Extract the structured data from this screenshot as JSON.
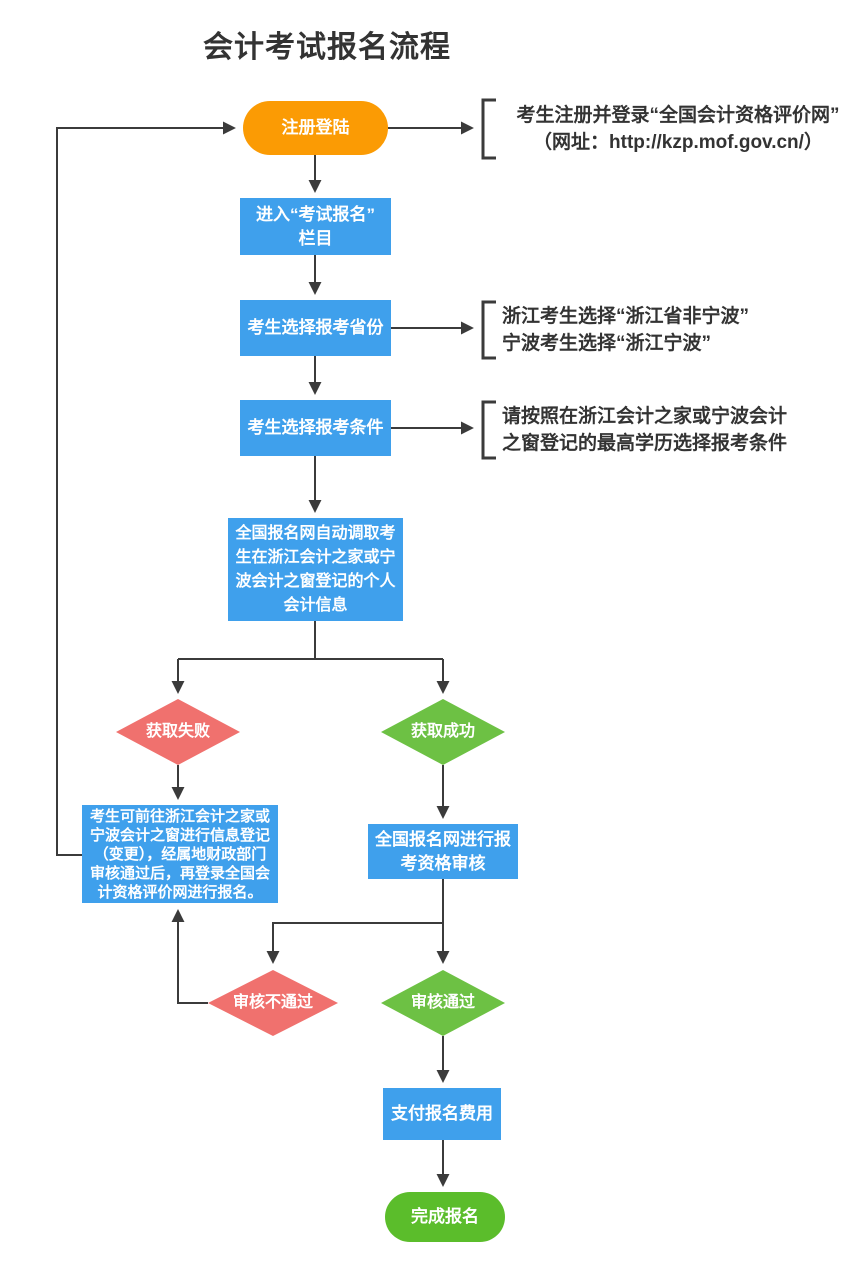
{
  "title": "会计考试报名流程",
  "colors": {
    "orange": "#FB9B04",
    "blue": "#3FA0EC",
    "red": "#F0716E",
    "green": "#6DC144",
    "green-dark": "#5BBD2B",
    "line": "#3B3B3B",
    "text": "#333333"
  },
  "nodes": {
    "register": {
      "label": "注册登陆"
    },
    "enter": {
      "label": "进入“考试报名”\n栏目"
    },
    "province": {
      "label": "考生选择报考省份"
    },
    "condition": {
      "label": "考生选择报考条件"
    },
    "fetch": {
      "label": "全国报名网自动调取考\n生在浙江会计之家或宁\n波会计之窗登记的个人\n会计信息"
    },
    "fail": {
      "label": "获取失败"
    },
    "success": {
      "label": "获取成功"
    },
    "update": {
      "label": "考生可前往浙江会计之家或\n宁波会计之窗进行信息登记\n（变更），经属地财政部门\n审核通过后，再登录全国会\n计资格评价网进行报名。"
    },
    "review": {
      "label": "全国报名网进行报\n考资格审核"
    },
    "reject": {
      "label": "审核不通过"
    },
    "pass": {
      "label": "审核通过"
    },
    "pay": {
      "label": "支付报名费用"
    },
    "done": {
      "label": "完成报名"
    }
  },
  "annotations": {
    "register_note": {
      "text": "考生注册并登录“全国会计资格评价网”\n（网址：http://kzp.mof.gov.cn/）"
    },
    "province_note": {
      "text": "浙江考生选择“浙江省非宁波”\n宁波考生选择“浙江宁波”"
    },
    "condition_note": {
      "text": "请按照在浙江会计之家或宁波会计\n之窗登记的最高学历选择报考条件"
    }
  }
}
